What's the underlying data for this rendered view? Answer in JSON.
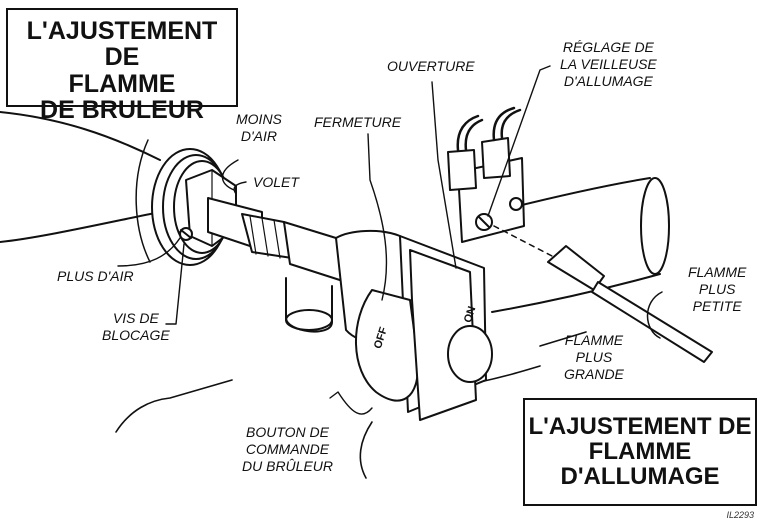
{
  "titles": {
    "burner": [
      "L'AJUSTEMENT DE",
      "FLAMME",
      "DE BRULEUR"
    ],
    "pilot": [
      "L'AJUSTEMENT DE",
      "FLAMME",
      "D'ALLUMAGE"
    ]
  },
  "labels": {
    "less_air": [
      "MOINS",
      "D'AIR"
    ],
    "shutter": "VOLET",
    "more_air": "PLUS D'AIR",
    "lock_screw": [
      "VIS DE",
      "BLOCAGE"
    ],
    "closing": "FERMETURE",
    "opening": "OUVERTURE",
    "pilot_adjust": [
      "RÉGLAGE DE",
      "LA VEILLEUSE",
      "D'ALLUMAGE"
    ],
    "smaller_flame": [
      "FLAMME",
      "PLUS",
      "PETITE"
    ],
    "larger_flame": [
      "FLAMME",
      "PLUS",
      "GRANDE"
    ],
    "control_knob": [
      "BOUTON DE",
      "COMMANDE",
      "DU BRÛLEUR"
    ]
  },
  "knob_marks": {
    "off": "OFF",
    "on": "ON"
  },
  "figure_id": "IL2293"
}
